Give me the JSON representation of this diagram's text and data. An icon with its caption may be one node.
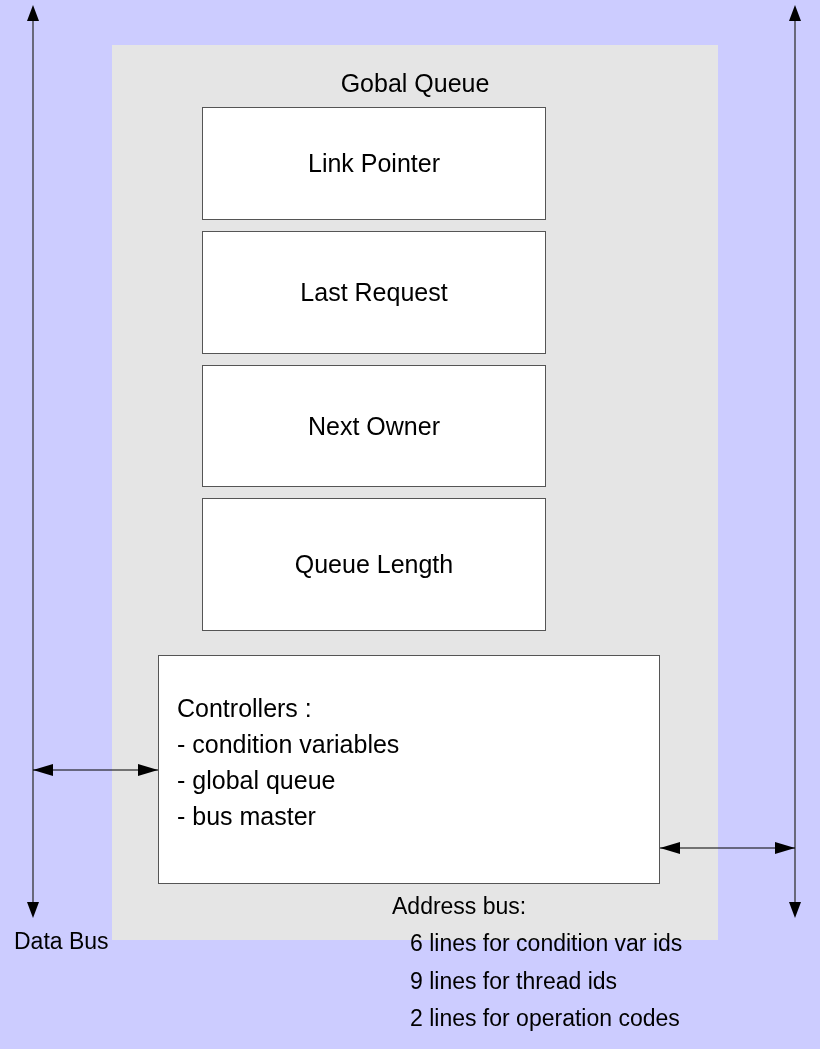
{
  "diagram": {
    "nodes": [
      {
        "text": [],
        "shape": "bar",
        "beside": [
          "Data Bus"
        ]
      },
      {
        "text": [
          "Gobal Queue"
        ]
      },
      {
        "text": [
          "Link Pointer"
        ],
        "in": 1
      },
      {
        "text": [
          "Last Request"
        ],
        "in": 1
      },
      {
        "text": [
          "Next Owner"
        ],
        "in": 1
      },
      {
        "text": [
          "Queue Length"
        ],
        "in": 1
      },
      {
        "text": [
          "Controllers :",
          "- condition variables",
          "- global queue",
          "- bus master"
        ],
        "in": 1
      },
      {
        "text": [],
        "shape": "bar",
        "beside": [
          "Address bus:",
          "6 lines for condition var ids",
          "9 lines for thread ids",
          "2 lines for operation codes"
        ]
      }
    ],
    "edges": [
      {
        "from": 0,
        "to": 6,
        "arrow": "both"
      },
      {
        "from": 6,
        "to": 7,
        "arrow": "both"
      }
    ]
  }
}
